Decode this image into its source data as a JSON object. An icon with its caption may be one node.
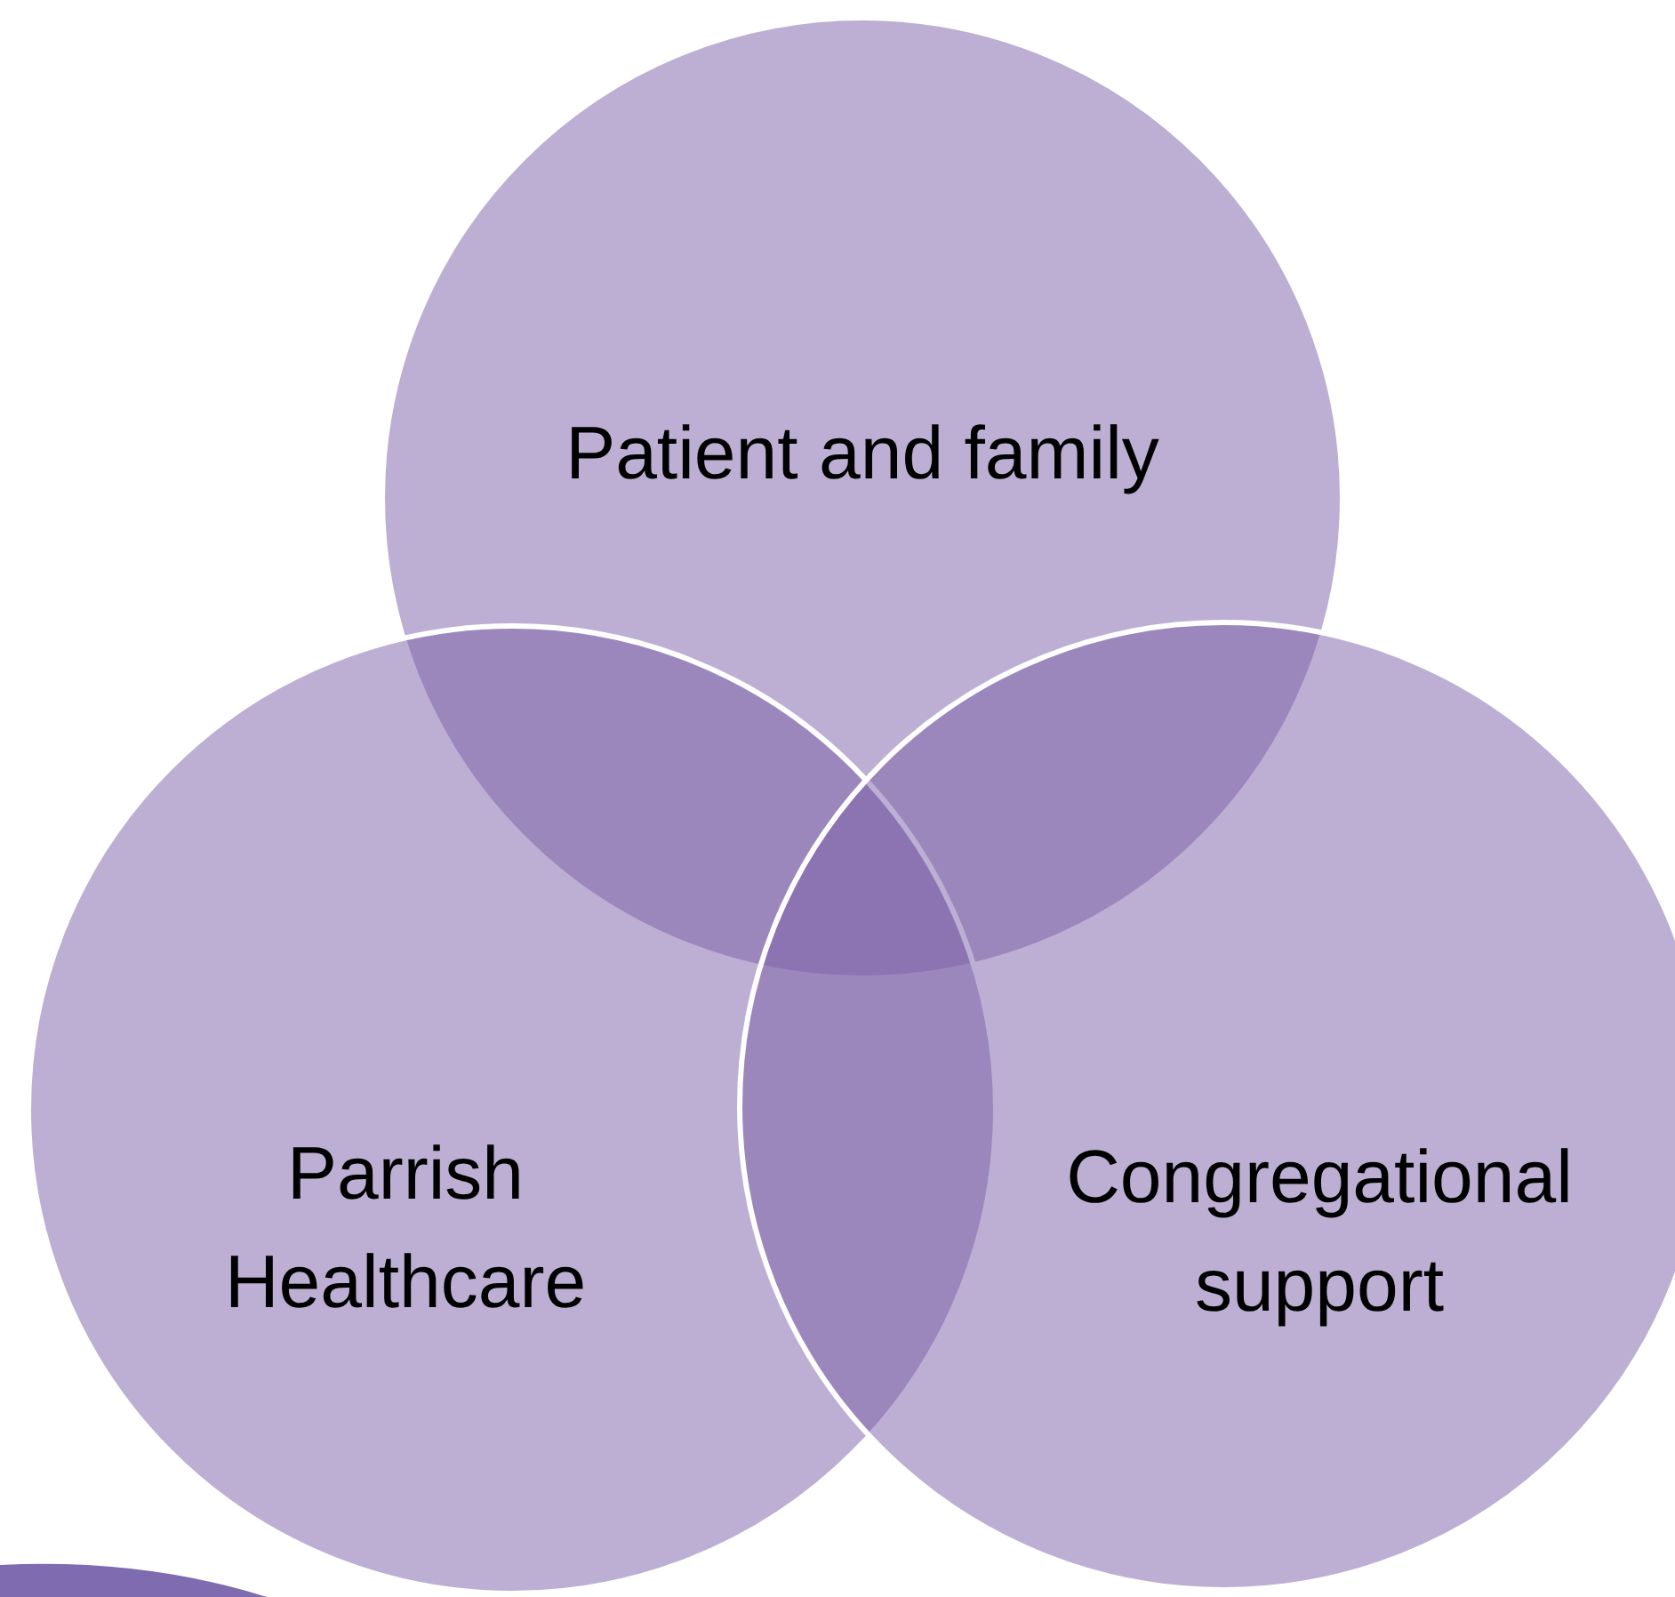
{
  "diagram": {
    "nodes": [
      {
        "text": [
          "Patient and family"
        ]
      },
      {
        "text": [
          "Parrish Healthcare"
        ]
      },
      {
        "text": [
          "Congregational support"
        ]
      }
    ],
    "edges": []
  }
}
